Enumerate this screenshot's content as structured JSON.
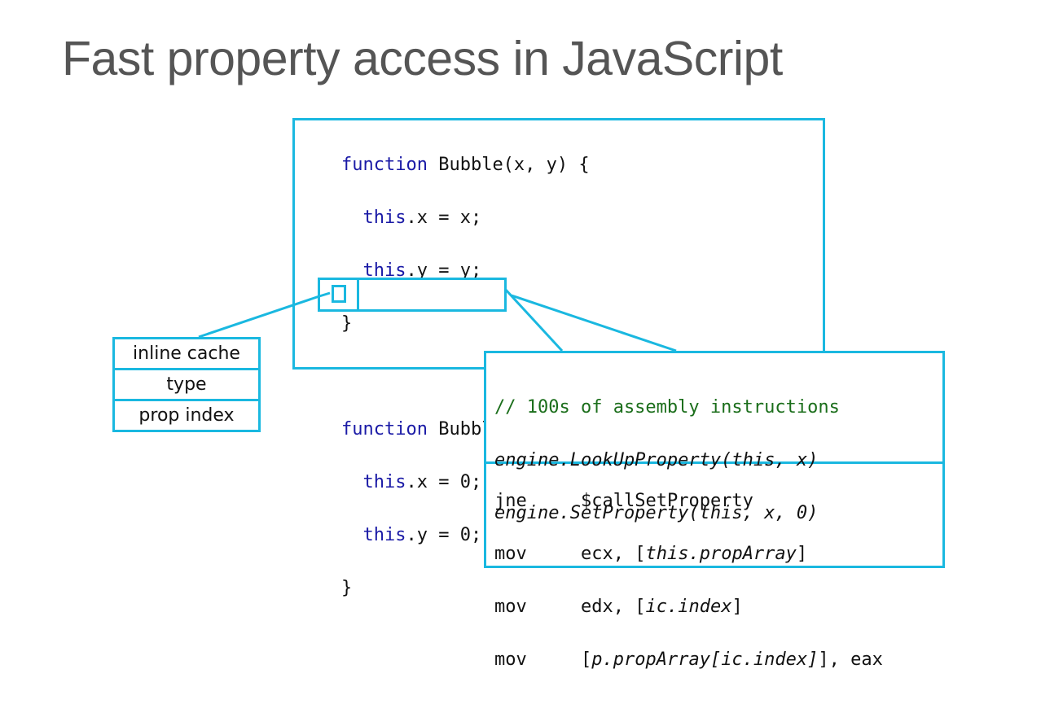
{
  "title": "Fast property access in JavaScript",
  "colors": {
    "accent": "#1ab8e0",
    "keyword": "#1a1aa6",
    "comment": "#1b6e1b",
    "title": "#555555"
  },
  "code": {
    "line1_kw": "function",
    "line1_rest": " Bubble(x, y) {",
    "line2_kw": "this",
    "line2_rest": ".x = x;",
    "line3_kw": "this",
    "line3_rest": ".y = y;",
    "line4": "}",
    "line6_kw": "function",
    "line6_rest": " Bubble.prototype.reset() {",
    "line7_kw": "this",
    "line7_rest": ".x = 0;",
    "line8_kw": "this",
    "line8_rest": ".y = 0;",
    "line9": "}"
  },
  "inline_cache_table": [
    "inline cache",
    "type",
    "prop index"
  ],
  "assembly": {
    "comment": "// 100s of assembly instructions",
    "call1": "engine.LookUpProperty(this, x)",
    "call2": "engine.SetProperty(this, x, 0)",
    "rows": [
      {
        "op": "jne",
        "pre": "$callSetProperty",
        "ital": "",
        "post": ""
      },
      {
        "op": "mov",
        "pre": "ecx, [",
        "ital": "this.propArray",
        "post": "]"
      },
      {
        "op": "mov",
        "pre": "edx, [",
        "ital": "ic.index",
        "post": "]"
      },
      {
        "op": "mov",
        "pre": "[",
        "ital": "p.propArray[ic.index]",
        "post": "], eax"
      }
    ]
  }
}
